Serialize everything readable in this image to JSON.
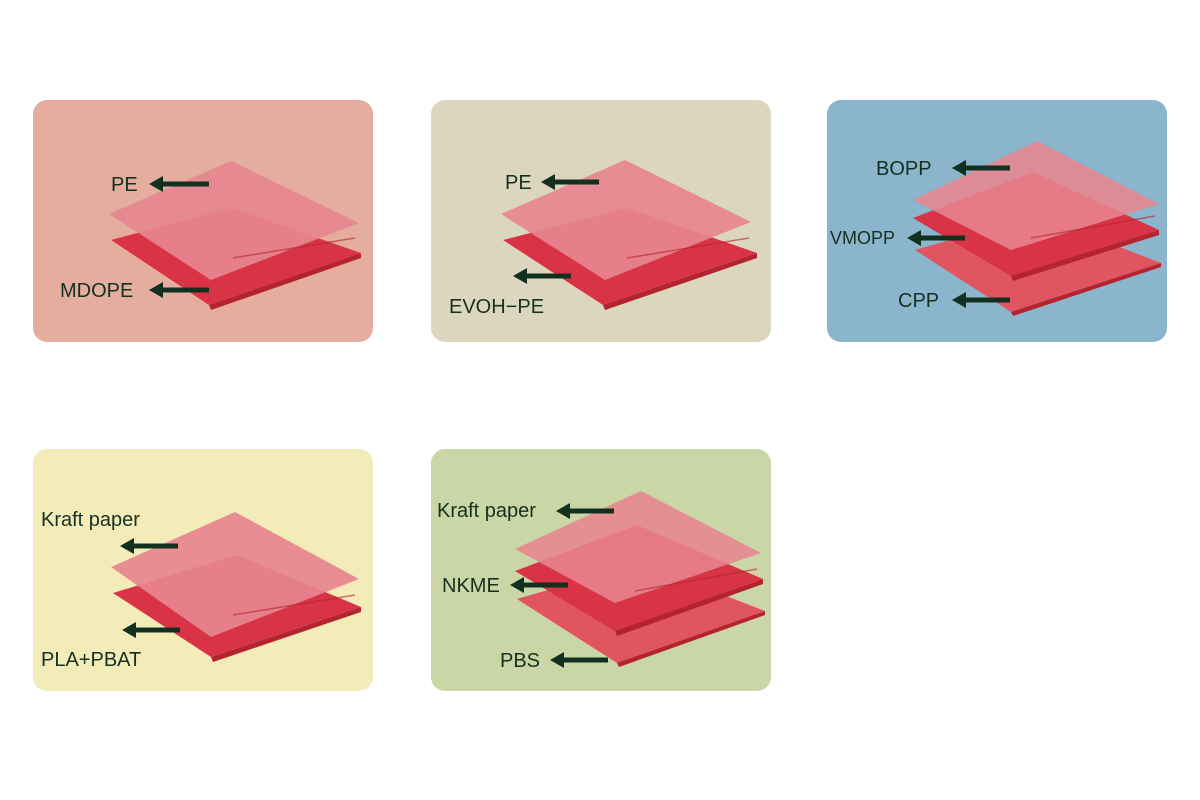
{
  "colors": {
    "label": "#15301f",
    "arrow": "#12301f",
    "layer_light": "#e7858f",
    "layer_dark": "#d93346",
    "layer_mid": "#e0555f"
  },
  "panels": [
    {
      "background": "#e4ad9e",
      "layers": [
        "PE",
        "MDOPE"
      ]
    },
    {
      "background": "#ddd6bf",
      "layers": [
        "PE",
        "EVOH−PE"
      ]
    },
    {
      "background": "#8ab5cc",
      "layers": [
        "BOPP",
        "VMOPP",
        "CPP"
      ]
    },
    {
      "background": "#f3ecb8",
      "layers": [
        "Kraft paper",
        "PLA+PBAT"
      ]
    },
    {
      "background": "#cad6a6",
      "layers": [
        "Kraft paper",
        "NKME",
        "PBS"
      ]
    }
  ]
}
